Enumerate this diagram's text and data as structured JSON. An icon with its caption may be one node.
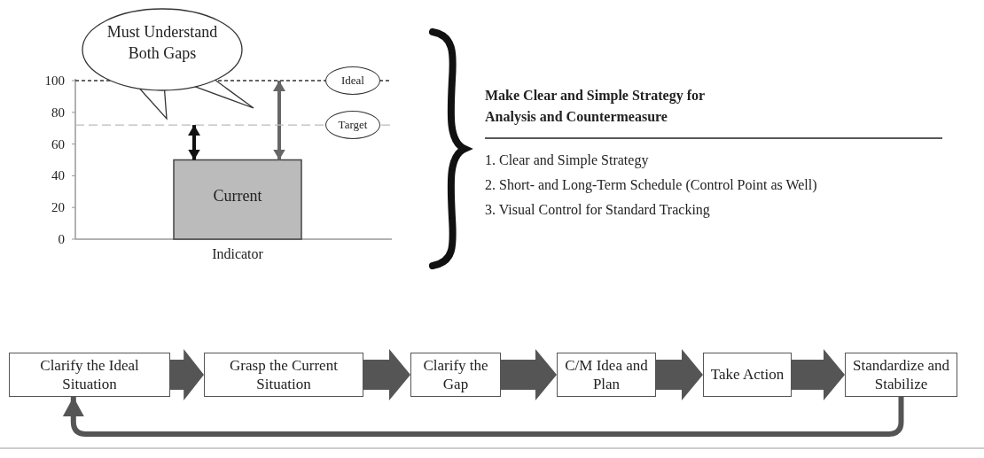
{
  "diagram": {
    "nodes": [
      {
        "text": [
          "Must Understand Both Gaps"
        ]
      },
      {
        "text": [
          "Clarify the Ideal Situation"
        ]
      },
      {
        "text": [
          "Grasp the Current Situation"
        ]
      },
      {
        "text": [
          "Clarify the Gap"
        ]
      },
      {
        "text": [
          "C/M Idea and Plan"
        ]
      },
      {
        "text": [
          "Take Action"
        ]
      },
      {
        "text": [
          "Standardize and Stabilize"
        ]
      }
    ],
    "edges": [
      {
        "from": 1,
        "to": 2,
        "arrow": "to",
        "style": "thick"
      },
      {
        "from": 2,
        "to": 3,
        "arrow": "to",
        "style": "thick"
      },
      {
        "from": 3,
        "to": 4,
        "arrow": "to",
        "style": "thick"
      },
      {
        "from": 4,
        "to": 5,
        "arrow": "to",
        "style": "thick"
      },
      {
        "from": 5,
        "to": 6,
        "arrow": "to",
        "style": "thick"
      },
      {
        "from": 6,
        "to": 1,
        "arrow": "to"
      }
    ],
    "labels": [
      "Make Clear and Simple Strategy for Analysis and Countermeasure",
      "1. Clear and Simple Strategy",
      "2. Short- and Long-Term Schedule (Control Point as Well)",
      "3. Visual Control for Standard Tracking"
    ],
    "chart_data": {
      "type": "bar",
      "xlabel": "Indicator",
      "categories": [
        "Current"
      ],
      "series": [
        {
          "color": "#bbbbbb",
          "values": [
            50
          ]
        }
      ],
      "ylim": [
        0,
        100
      ],
      "yticks": [
        0,
        20,
        40,
        60,
        80,
        100
      ],
      "ref_lines": [
        {
          "axis": "y",
          "value": 100,
          "label": "Ideal",
          "color": "#333333"
        },
        {
          "axis": "y",
          "value": 72,
          "label": "Target",
          "color": "#bbbbbb"
        }
      ]
    }
  }
}
